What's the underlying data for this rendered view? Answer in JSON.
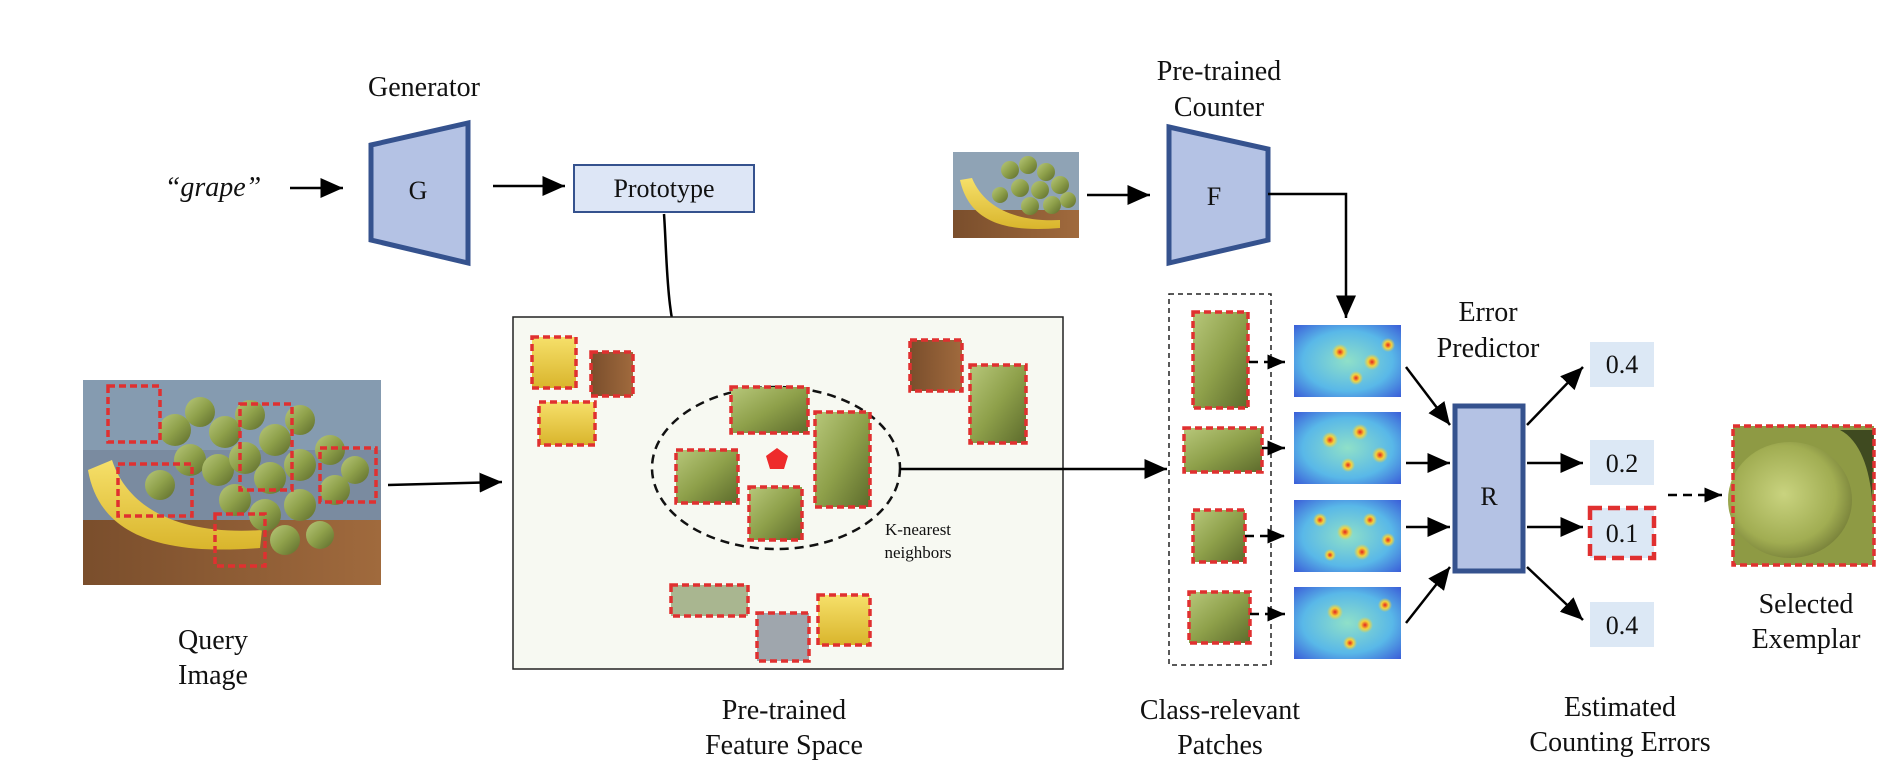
{
  "labels": {
    "generator": "Generator",
    "generator_symbol": "G",
    "text_prompt": "“grape”",
    "prototype": "Prototype",
    "pretrained_counter_line1": "Pre-trained",
    "pretrained_counter_line2": "Counter",
    "counter_symbol": "F",
    "query_image_line1": "Query",
    "query_image_line2": "Image",
    "feature_space_line1": "Pre-trained",
    "feature_space_line2": "Feature Space",
    "knn_line1": "K-nearest",
    "knn_line2": "neighbors",
    "class_patches_line1": "Class-relevant",
    "class_patches_line2": "Patches",
    "error_predictor_line1": "Error",
    "error_predictor_line2": "Predictor",
    "predictor_symbol": "R",
    "estimated_errors_line1": "Estimated",
    "estimated_errors_line2": "Counting Errors",
    "selected_exemplar_line1": "Selected",
    "selected_exemplar_line2": "Exemplar"
  },
  "errors": [
    "0.4",
    "0.2",
    "0.1",
    "0.4"
  ],
  "selected_error_index": 2,
  "colors": {
    "block_fill": "#b4c2e4",
    "block_stroke": "#35528e",
    "prototype_fill": "#dde6f6",
    "feature_space_bg": "#f7f9f2",
    "error_box_fill": "#dce8f5",
    "patch_border": "#e03030",
    "prototype_marker": "#ee2b2b"
  }
}
